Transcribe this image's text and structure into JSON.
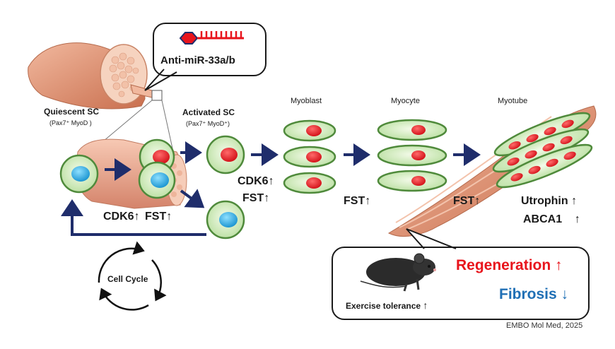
{
  "callout_top": {
    "label": "Anti-miR-33a/b"
  },
  "stages": {
    "quiescent": {
      "title": "Quiescent SC",
      "markers": "(Pax7⁺ MyoD )"
    },
    "activated": {
      "title": "Activated SC",
      "markers": "(Pax7⁺ MyoD⁺)"
    },
    "myoblast": {
      "title": "Myoblast"
    },
    "myocyte": {
      "title": "Myocyte"
    },
    "myotube": {
      "title": "Myotube"
    }
  },
  "factors": {
    "niche_cdk6": "CDK6",
    "niche_fst": "FST",
    "activated_cdk6": "CDK6",
    "activated_fst": "FST",
    "myoblast_fst": "FST",
    "myocyte_fst": "FST",
    "utrophin": "Utrophin",
    "abca1": "ABCA1",
    "up_arrow": "↑",
    "down_arrow": "↓"
  },
  "cell_cycle": {
    "label": "Cell Cycle"
  },
  "outcome_box": {
    "exercise": "Exercise tolerance",
    "regeneration": "Regeneration",
    "fibrosis": "Fibrosis"
  },
  "credit": "EMBO Mol Med, 2025",
  "colors": {
    "cell_fill": "#dff3cc",
    "cell_stroke": "#4f8a3b",
    "nucleus_quiescent": "#29a9e0",
    "nucleus_active": "#e8141c",
    "arrow": "#1f2d6b",
    "muscle": "#d98b6c",
    "regeneration": "#e8141c",
    "fibrosis": "#1f6fb5"
  }
}
